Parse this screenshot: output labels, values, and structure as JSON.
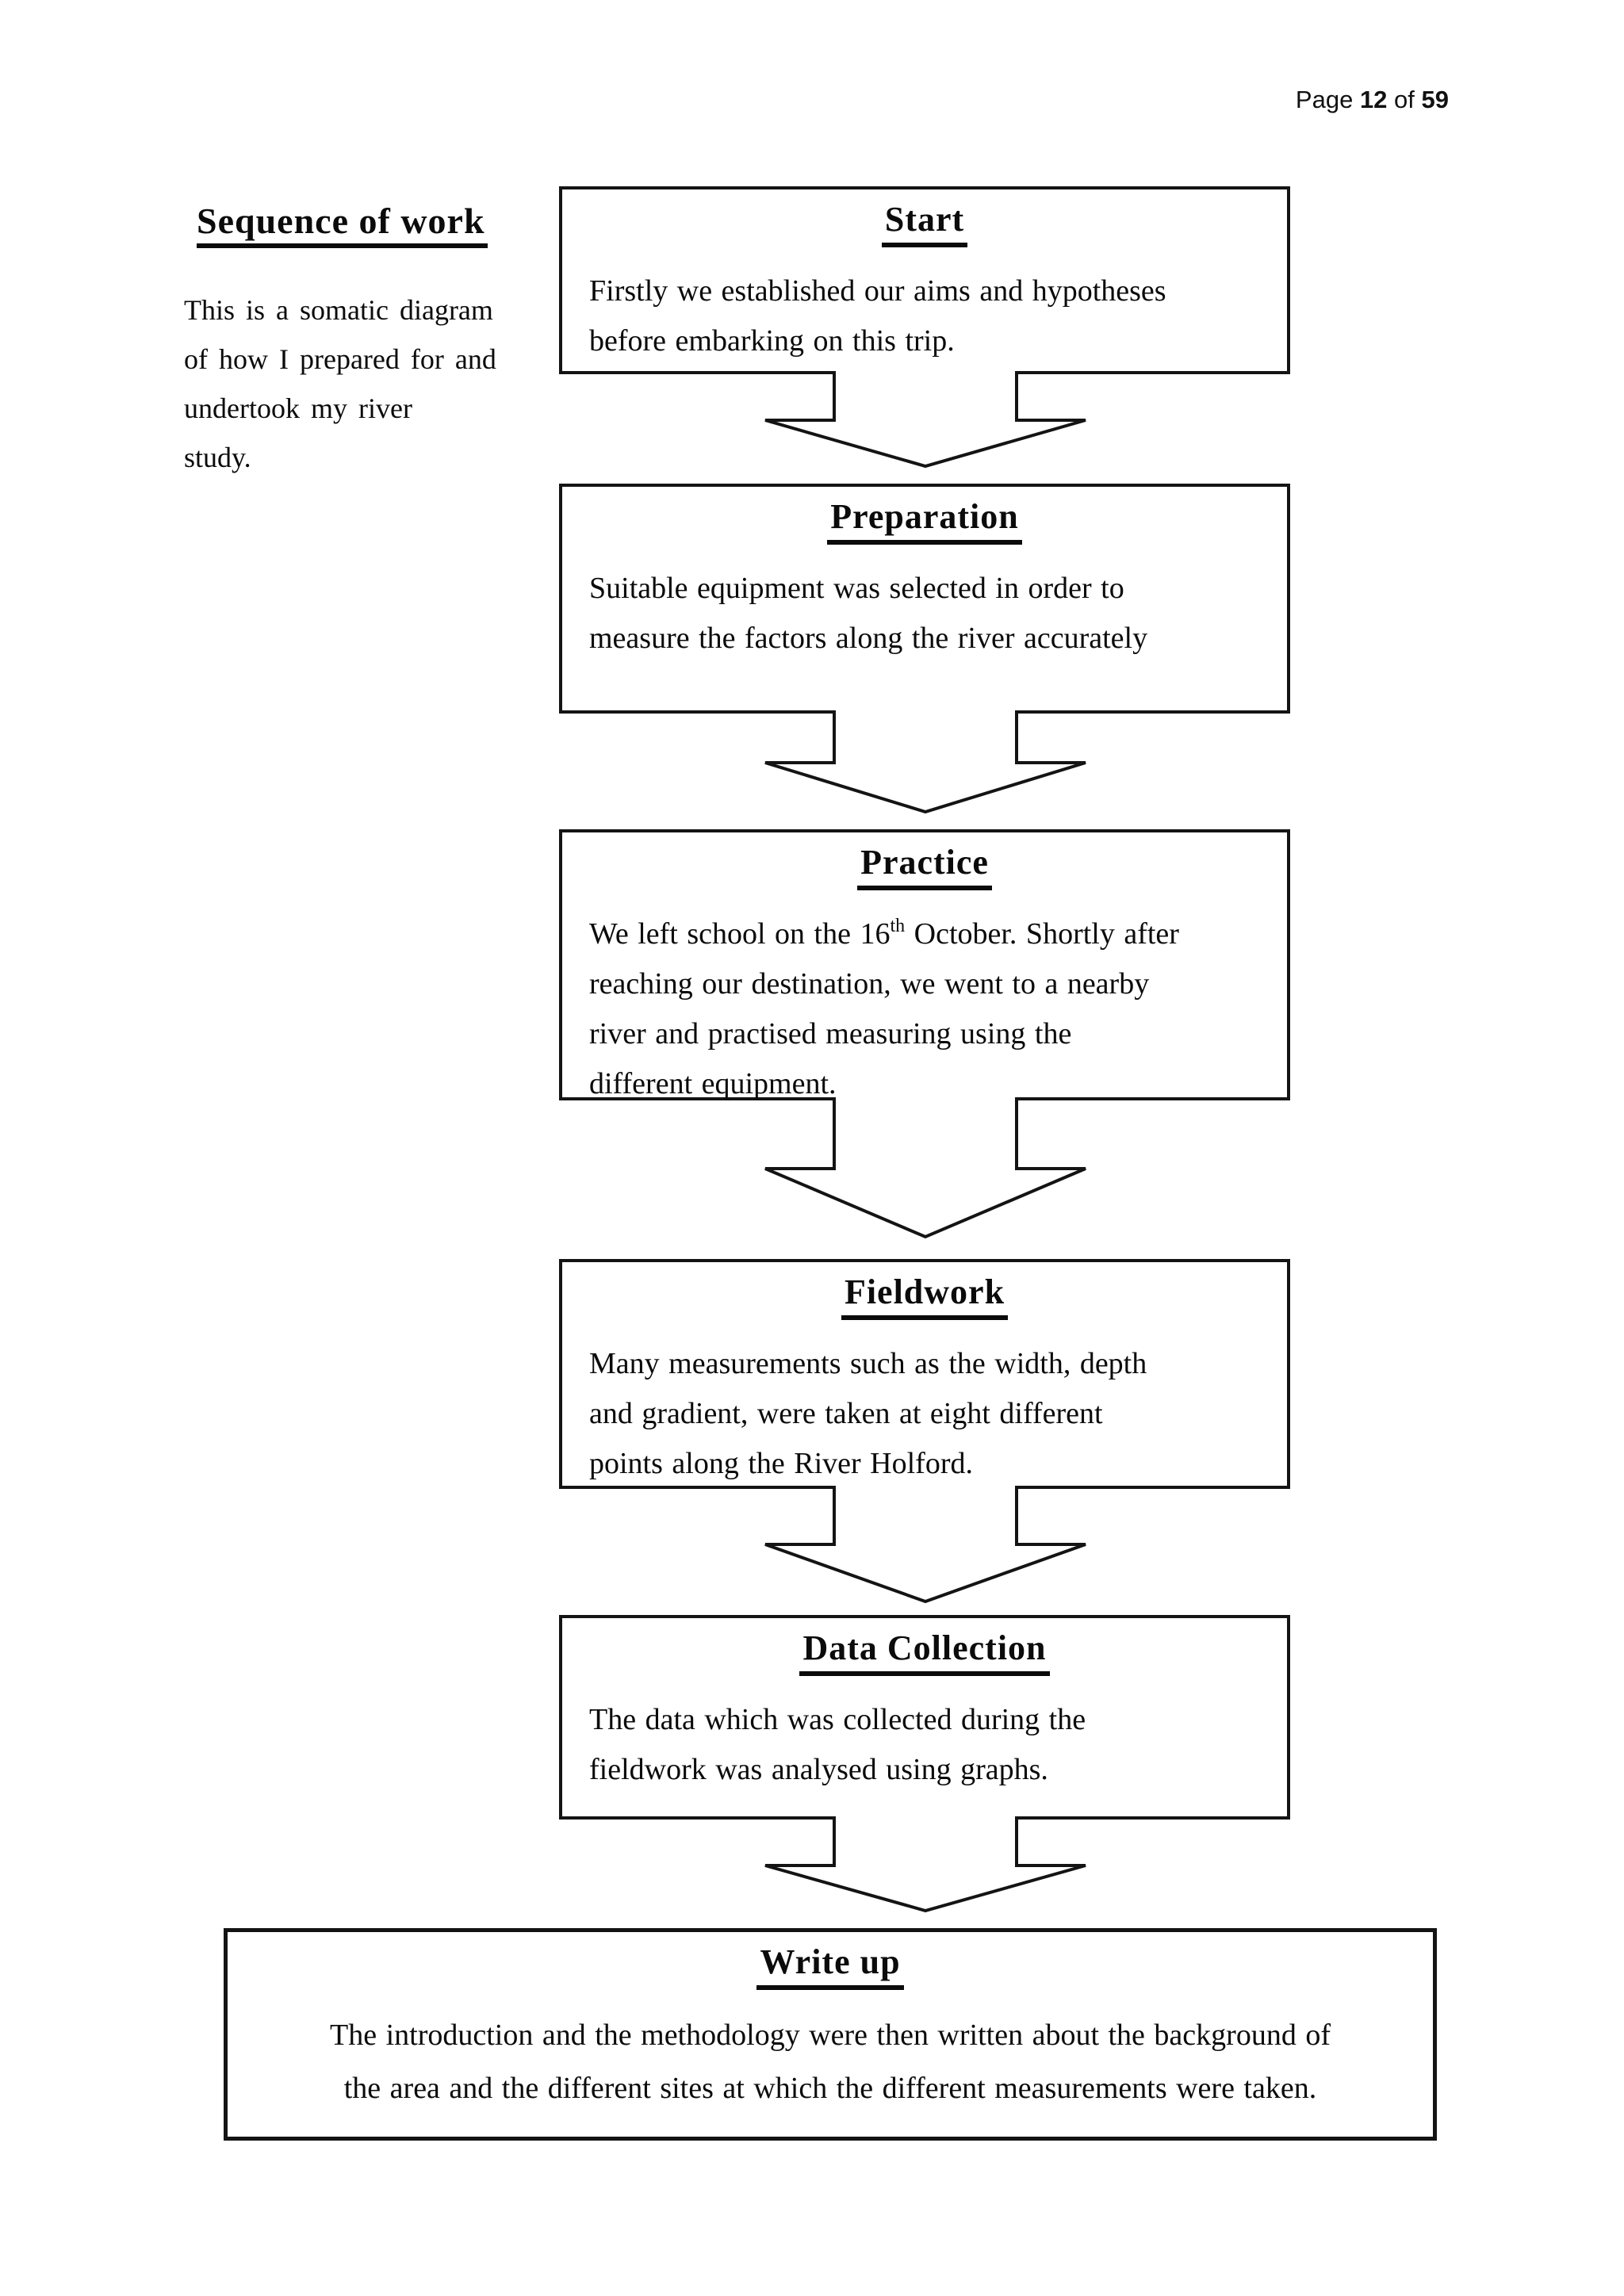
{
  "page": {
    "header": {
      "prefix": "Page ",
      "page_number": "12",
      "separator": " of ",
      "total_pages": "59"
    }
  },
  "sidebar": {
    "title": "Sequence of work",
    "description": "This is a somatic diagram\nof how I prepared for and\nundertook my river\nstudy."
  },
  "flowchart": {
    "boxes": [
      {
        "title": "Start",
        "body": "Firstly we established our aims and hypotheses\nbefore embarking on this trip."
      },
      {
        "title": "Preparation",
        "body": "Suitable equipment was selected in order to\nmeasure the factors along the river accurately"
      },
      {
        "title": "Practice",
        "body_pre": "We left school on the 16",
        "body_sup": "th",
        "body_post": " October. Shortly after\nreaching our destination, we went to a nearby\nriver and practised measuring using the\ndifferent equipment."
      },
      {
        "title": "Fieldwork",
        "body": "Many measurements such as the width, depth\nand gradient, were taken at eight different\npoints along the River Holford."
      },
      {
        "title": "Data Collection",
        "body": "The data which was collected during the\nfieldwork was analysed using graphs."
      },
      {
        "title": "Write up",
        "body": "The introduction and the methodology were then written about the background of\nthe area and the different sites at which the different measurements were taken."
      }
    ]
  }
}
